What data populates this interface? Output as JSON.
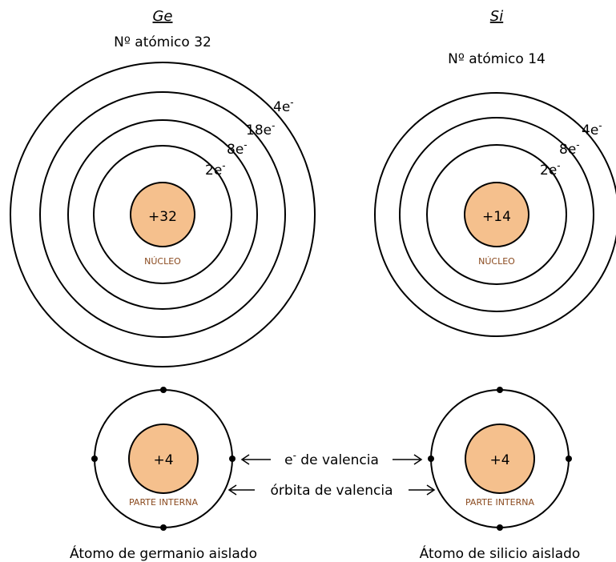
{
  "atoms": {
    "ge": {
      "symbol": "Ge",
      "number_label": "Nº atómico 32",
      "nucleus_charge": "+32",
      "nucleus_label": "NÚCLEO",
      "shells": [
        {
          "base": "2e",
          "sup": "-"
        },
        {
          "base": "8e",
          "sup": "-"
        },
        {
          "base": "18e",
          "sup": "-"
        },
        {
          "base": "4e",
          "sup": "-"
        }
      ]
    },
    "si": {
      "symbol": "Si",
      "number_label": "Nº atómico 14",
      "nucleus_charge": "+14",
      "nucleus_label": "NÚCLEO",
      "shells": [
        {
          "base": "2e",
          "sup": "-"
        },
        {
          "base": "8e",
          "sup": "-"
        },
        {
          "base": "4e",
          "sup": "-"
        }
      ]
    }
  },
  "simplified": {
    "ge": {
      "core_charge": "+4",
      "core_label": "PARTE INTERNA",
      "caption": "Átomo de germanio aislado"
    },
    "si": {
      "core_charge": "+4",
      "core_label": "PARTE INTERNA",
      "caption": "Átomo de silicio aislado"
    },
    "valence_electrons_label": {
      "sup": "e",
      "sup2": "-",
      "rest": " de valencia"
    },
    "valence_orbit_label": "órbita de valencia"
  },
  "colors": {
    "nucleus_fill": "#f5c08d",
    "label_brown": "#8a4a1f"
  }
}
